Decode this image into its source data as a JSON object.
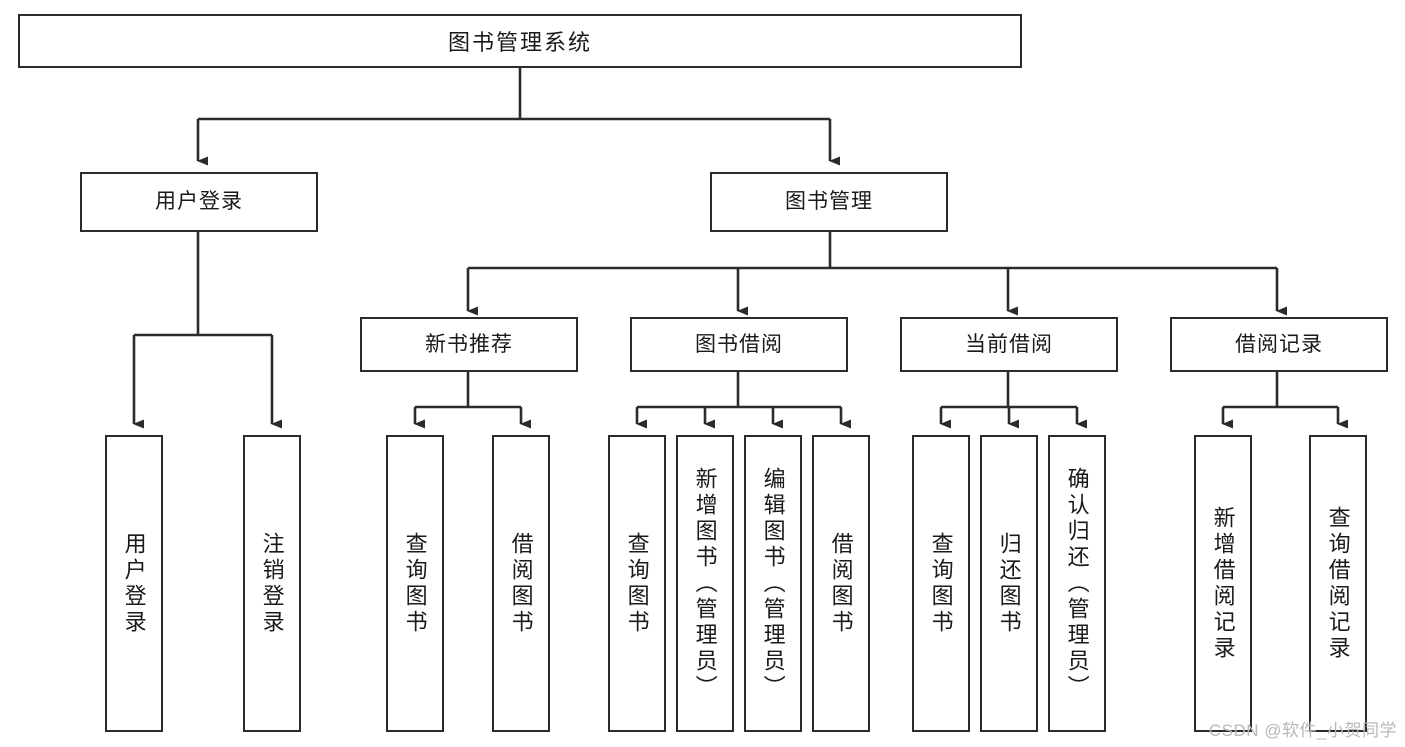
{
  "diagram": {
    "title": "图书管理系统",
    "type": "tree-hierarchy",
    "watermark": "CSDN @软件_小贺同学",
    "colors": {
      "stroke": "#2b2b2b",
      "fill": "#ffffff",
      "text": "#1a1a1a",
      "watermark": "#b8b8b8"
    },
    "nodes": {
      "root": {
        "label": "图书管理系统"
      },
      "level1": [
        {
          "id": "user-login",
          "label": "用户登录"
        },
        {
          "id": "book-manage",
          "label": "图书管理"
        }
      ],
      "level2": [
        {
          "id": "new-book-recommend",
          "label": "新书推荐"
        },
        {
          "id": "book-borrow",
          "label": "图书借阅"
        },
        {
          "id": "current-borrow",
          "label": "当前借阅"
        },
        {
          "id": "borrow-record",
          "label": "借阅记录"
        }
      ],
      "leaves": {
        "user-login": [
          {
            "id": "leaf-user-login",
            "label": "用户登录"
          },
          {
            "id": "leaf-logout-login",
            "label": "注销登录"
          }
        ],
        "new-book-recommend": [
          {
            "id": "leaf-query-book-1",
            "label": "查询图书"
          },
          {
            "id": "leaf-borrow-book-1",
            "label": "借阅图书"
          }
        ],
        "book-borrow": [
          {
            "id": "leaf-query-book-2",
            "label": "查询图书"
          },
          {
            "id": "leaf-add-book",
            "label": "新增图书（管理员）"
          },
          {
            "id": "leaf-edit-book",
            "label": "编辑图书（管理员）"
          },
          {
            "id": "leaf-borrow-book-2",
            "label": "借阅图书"
          }
        ],
        "current-borrow": [
          {
            "id": "leaf-query-book-3",
            "label": "查询图书"
          },
          {
            "id": "leaf-return-book",
            "label": "归还图书"
          },
          {
            "id": "leaf-confirm-return",
            "label": "确认归还（管理员）"
          }
        ],
        "borrow-record": [
          {
            "id": "leaf-add-record",
            "label": "新增借阅记录"
          },
          {
            "id": "leaf-query-record",
            "label": "查询借阅记录"
          }
        ]
      }
    }
  }
}
